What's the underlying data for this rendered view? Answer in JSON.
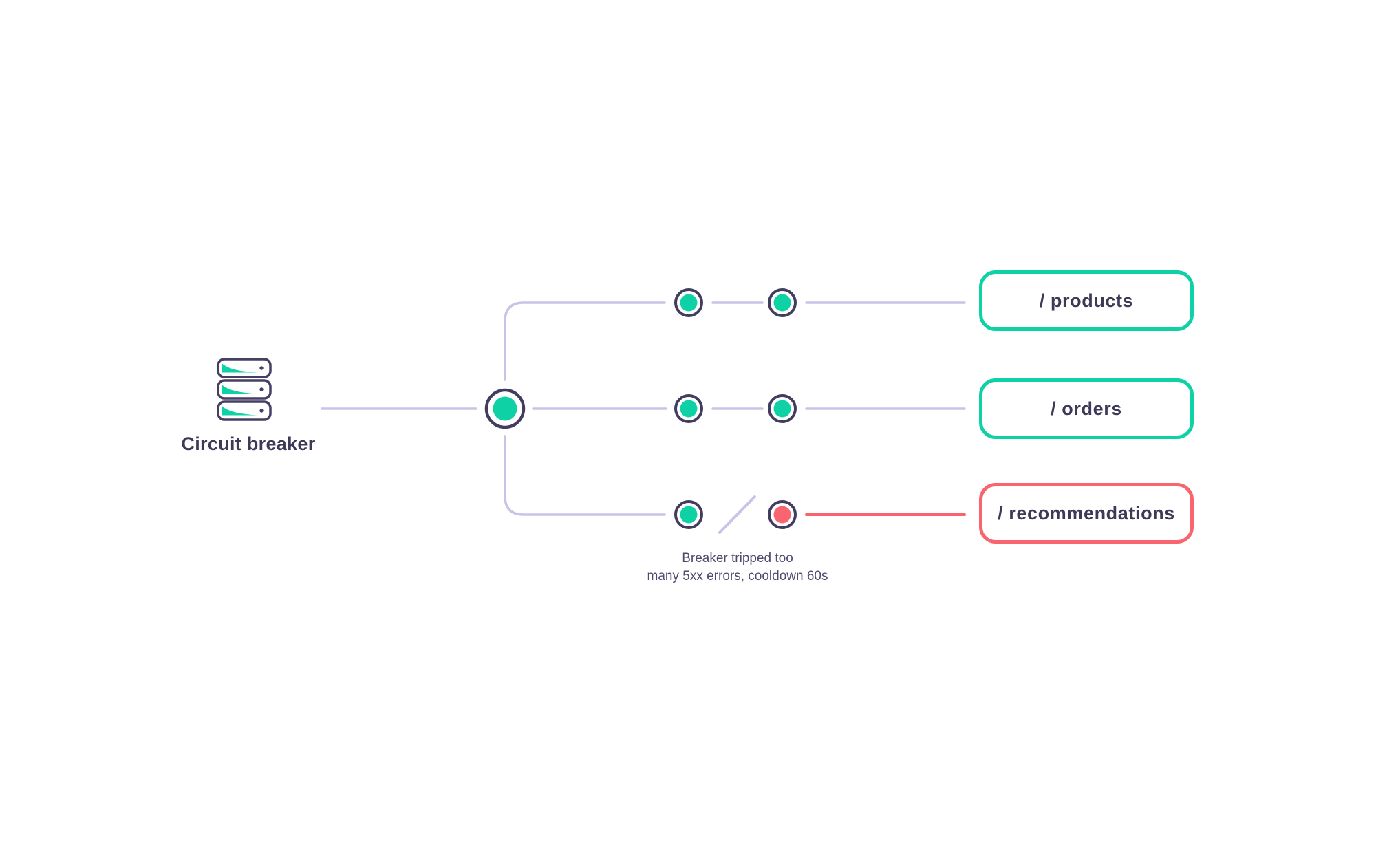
{
  "diagram": {
    "source": {
      "label": "Circuit breaker",
      "icon": "server-rack-icon"
    },
    "hub": {
      "status": "healthy"
    },
    "routes": [
      {
        "label": "/ products",
        "status": "closed",
        "accent_color": "#0ed2a6"
      },
      {
        "label": "/ orders",
        "status": "closed",
        "accent_color": "#0ed2a6"
      },
      {
        "label": "/ recommendations",
        "status": "open",
        "accent_color": "#f9656f"
      }
    ],
    "caption": {
      "line1": "Breaker tripped too",
      "line2": "many 5xx errors, cooldown 60s"
    },
    "colors": {
      "healthy": "#0ed2a6",
      "tripped": "#f9656f",
      "connector": "#c8c4e8",
      "node_ring": "#413c60",
      "label_text": "#3d3956",
      "caption_text": "#4d4a6d"
    }
  }
}
